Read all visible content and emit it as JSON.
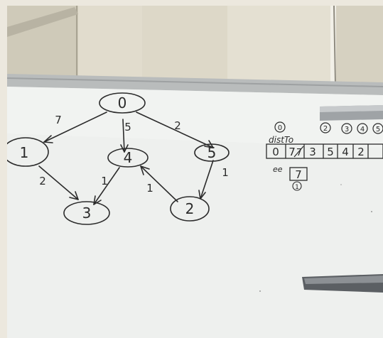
{
  "photo": {
    "subject": "whiteboard-graph-photo",
    "colors": {
      "wall": "#d9d4c4",
      "blind": "#ddd8c8",
      "board": "#eef0ee",
      "frame": "#b9bcbc",
      "ink": "#2b2b2b"
    }
  },
  "graph": {
    "nodes": [
      {
        "id": "node-0",
        "label": "0"
      },
      {
        "id": "node-1",
        "label": "1"
      },
      {
        "id": "node-4",
        "label": "4"
      },
      {
        "id": "node-5",
        "label": "5"
      },
      {
        "id": "node-3",
        "label": "3"
      },
      {
        "id": "node-2",
        "label": "2"
      }
    ],
    "edges": [
      {
        "id": "edge-0-1",
        "from": "0",
        "to": "1",
        "weight": "7"
      },
      {
        "id": "edge-0-4",
        "from": "0",
        "to": "4",
        "weight": "5"
      },
      {
        "id": "edge-0-5",
        "from": "0",
        "to": "5",
        "weight": "2"
      },
      {
        "id": "edge-1-3",
        "from": "1",
        "to": "3",
        "weight": "2"
      },
      {
        "id": "edge-4-3",
        "from": "4",
        "to": "3",
        "weight": "1"
      },
      {
        "id": "edge-2-4",
        "from": "2",
        "to": "4",
        "weight": "1"
      },
      {
        "id": "edge-5-2",
        "from": "5",
        "to": "2",
        "weight": "1"
      }
    ]
  },
  "notes": {
    "visited_marks": [
      "0",
      "2",
      "3",
      "4",
      "5"
    ],
    "distto_label": "distTo",
    "distto_values": [
      "0",
      "7",
      "3",
      "5",
      "4",
      "2"
    ],
    "crossed_value": "7",
    "scribble": "ee",
    "boxed_value": "7",
    "boxed_sub": "1"
  }
}
